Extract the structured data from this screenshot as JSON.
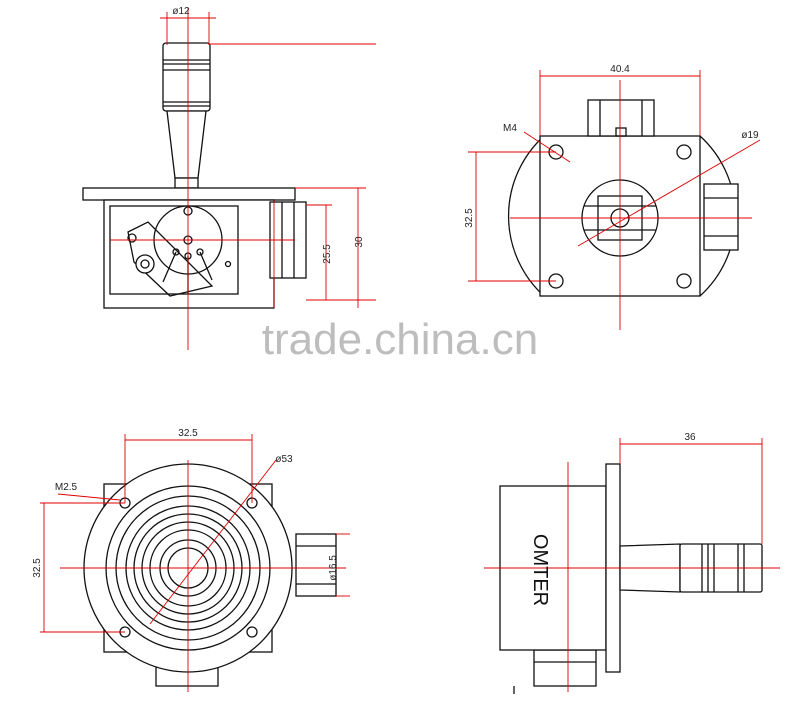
{
  "watermark": "trade.china.cn",
  "brand": "OMTER",
  "views": {
    "front": {
      "dim_shaft_dia": "ø12",
      "dim_h1": "25.5",
      "dim_h2": "30"
    },
    "top": {
      "dim_width": "40.4",
      "dim_hole": "M4",
      "dim_dia": "ø19",
      "dim_pitch": "32.5"
    },
    "bottom": {
      "dim_pitch_x": "32.5",
      "dim_dia": "ø53",
      "dim_hole": "M2.5",
      "dim_pitch_y": "32.5",
      "dim_boss": "ø16.5"
    },
    "side": {
      "dim_length": "36"
    }
  },
  "colors": {
    "line": "#111111",
    "dimension": "#e00000"
  }
}
